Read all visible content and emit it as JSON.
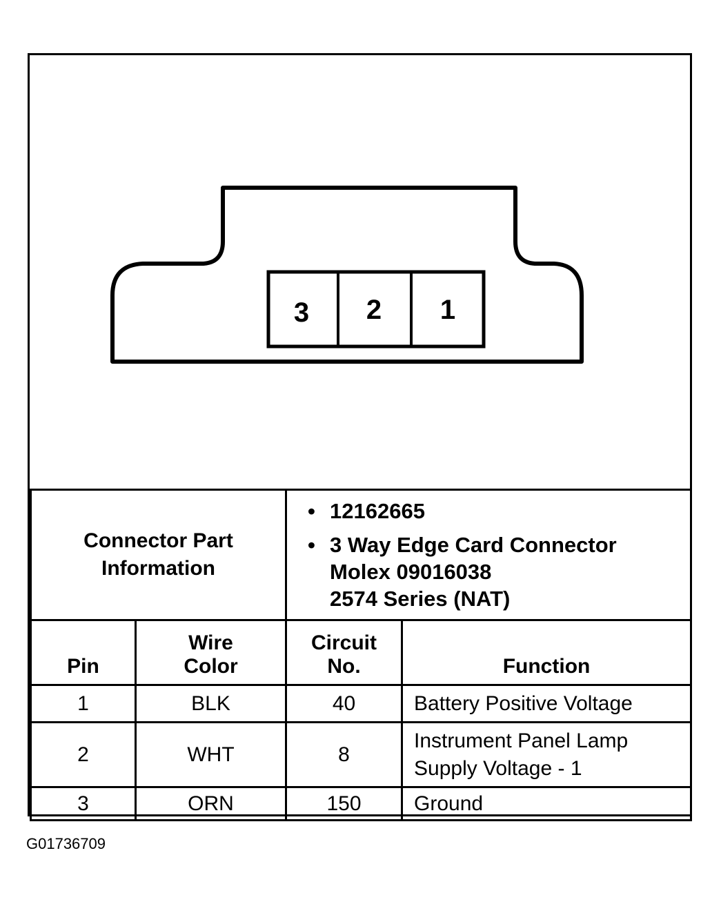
{
  "connector": {
    "pins": [
      "3",
      "2",
      "1"
    ]
  },
  "part_info": {
    "label_line1": "Connector Part",
    "label_line2": "Information",
    "part_number": "12162665",
    "description_line1": "3 Way Edge Card Connector",
    "description_line2": "Molex 09016038",
    "description_line3": "2574 Series (NAT)"
  },
  "table": {
    "headers": {
      "pin": "Pin",
      "wire_color_line1": "Wire",
      "wire_color_line2": "Color",
      "circuit_line1": "Circuit",
      "circuit_line2": "No.",
      "function": "Function"
    },
    "rows": [
      {
        "pin": "1",
        "wire_color": "BLK",
        "circuit": "40",
        "function_line1": "Battery Positive Voltage",
        "function_line2": ""
      },
      {
        "pin": "2",
        "wire_color": "WHT",
        "circuit": "8",
        "function_line1": "Instrument Panel Lamp",
        "function_line2": "Supply Voltage - 1"
      },
      {
        "pin": "3",
        "wire_color": "ORN",
        "circuit": "150",
        "function_line1": "Ground",
        "function_line2": ""
      }
    ]
  },
  "figure_id": "G01736709"
}
